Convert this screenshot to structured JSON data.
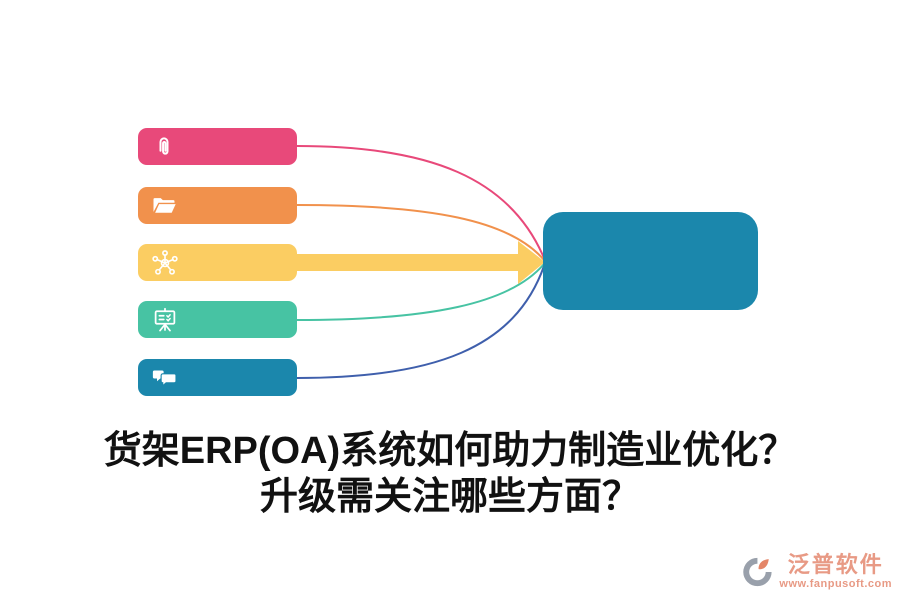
{
  "title": {
    "line1": "货架ERP(OA)系统如何助力制造业优化？",
    "line2": "升级需关注哪些方面？"
  },
  "diagram": {
    "target_box": {
      "color": "#1b87ac"
    },
    "bars": [
      {
        "icon": "paperclip-icon",
        "color": "#e8497a",
        "connector": "curve",
        "connector_color": "#e8497a"
      },
      {
        "icon": "open-folder-icon",
        "color": "#f1914c",
        "connector": "curve",
        "connector_color": "#f1914c"
      },
      {
        "icon": "network-hub-icon",
        "color": "#fbcd62",
        "connector": "arrow",
        "connector_color": "#fbcd62"
      },
      {
        "icon": "presentation-board-icon",
        "color": "#47c3a3",
        "connector": "curve",
        "connector_color": "#47c3a3"
      },
      {
        "icon": "chat-bubbles-icon",
        "color": "#1b87ac",
        "connector": "curve",
        "connector_color": "#3f5fac"
      }
    ]
  },
  "watermark": {
    "brand": "泛普软件",
    "url": "www.fanpusoft.com",
    "text_color": "#e89a85",
    "logo_gray": "#99a0ab",
    "logo_coral": "#e48668"
  }
}
